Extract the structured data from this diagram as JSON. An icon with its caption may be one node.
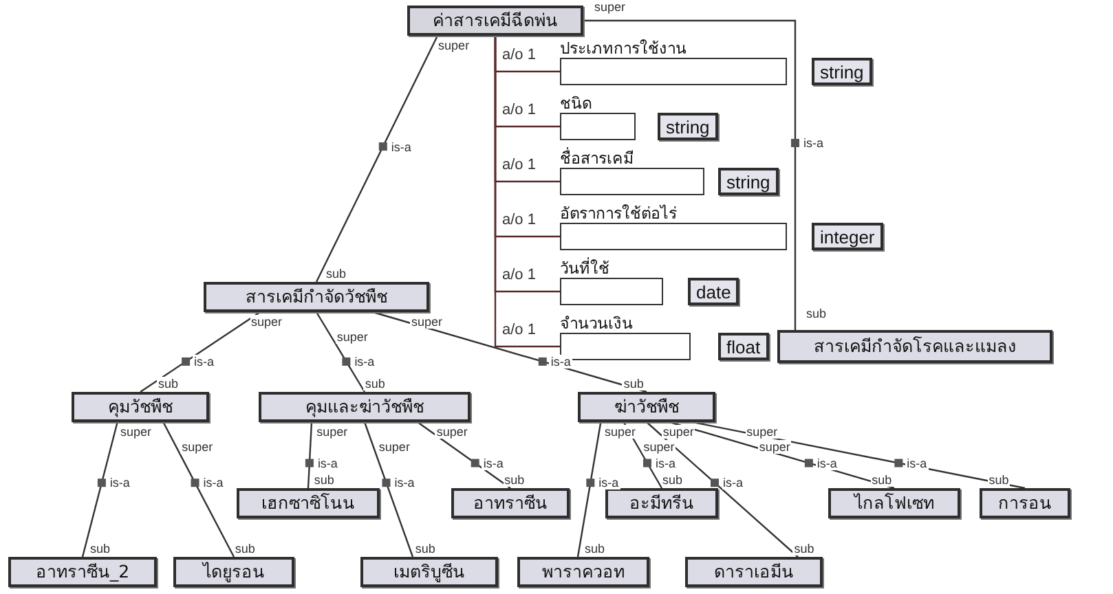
{
  "diagram": {
    "nodes": [
      {
        "text": [
          "ค่าสารเคมีฉีดพ่น"
        ]
      },
      {
        "text": [
          "ประเภทการใช้งาน"
        ]
      },
      {
        "text": [
          "ชนิด"
        ]
      },
      {
        "text": [
          "ชื่อสารเคมี"
        ]
      },
      {
        "text": [
          "อัตราการใช้ต่อไร่"
        ]
      },
      {
        "text": [
          "วันที่ใช้"
        ]
      },
      {
        "text": [
          "จำนวนเงิน"
        ]
      },
      {
        "text": [
          "string"
        ]
      },
      {
        "text": [
          "string"
        ]
      },
      {
        "text": [
          "string"
        ]
      },
      {
        "text": [
          "integer"
        ]
      },
      {
        "text": [
          "date"
        ]
      },
      {
        "text": [
          "float"
        ]
      },
      {
        "text": [
          "สารเคมีกำจัดวัชพืช"
        ]
      },
      {
        "text": [
          "สารเคมีกำจัดโรคและแมลง"
        ]
      },
      {
        "text": [
          "คุมวัชพืช"
        ]
      },
      {
        "text": [
          "คุมและฆ่าวัชพืช"
        ]
      },
      {
        "text": [
          "ฆ่าวัชพืช"
        ]
      },
      {
        "text": [
          "อาทราซีน_2"
        ]
      },
      {
        "text": [
          "ไดยูรอน"
        ]
      },
      {
        "text": [
          "เฮกซาซิโนน"
        ]
      },
      {
        "text": [
          "เมตริบูซีน"
        ]
      },
      {
        "text": [
          "อาทราซีน"
        ]
      },
      {
        "text": [
          "อะมีทรีน"
        ]
      },
      {
        "text": [
          "พาราควอท"
        ]
      },
      {
        "text": [
          "ดาราเอมีน"
        ]
      },
      {
        "text": [
          "ไกลโฟเซท"
        ]
      },
      {
        "text": [
          "การอน"
        ]
      }
    ],
    "edges": [
      {
        "from": 0,
        "to": 1,
        "arrow": "none",
        "label": "a/o 1"
      },
      {
        "from": 0,
        "to": 2,
        "arrow": "none",
        "label": "a/o 1"
      },
      {
        "from": 0,
        "to": 3,
        "arrow": "none",
        "label": "a/o 1"
      },
      {
        "from": 0,
        "to": 4,
        "arrow": "none",
        "label": "a/o 1"
      },
      {
        "from": 0,
        "to": 5,
        "arrow": "none",
        "label": "a/o 1"
      },
      {
        "from": 0,
        "to": 6,
        "arrow": "none",
        "label": "a/o 1"
      },
      {
        "from": 0,
        "to": 13,
        "arrow": "none",
        "label": "is-a"
      },
      {
        "from": 0,
        "to": 14,
        "arrow": "none",
        "label": "is-a"
      },
      {
        "from": 13,
        "to": 15,
        "arrow": "none",
        "label": "is-a"
      },
      {
        "from": 13,
        "to": 16,
        "arrow": "none",
        "label": "is-a"
      },
      {
        "from": 13,
        "to": 17,
        "arrow": "none",
        "label": "is-a"
      },
      {
        "from": 15,
        "to": 18,
        "arrow": "none",
        "label": "is-a"
      },
      {
        "from": 15,
        "to": 19,
        "arrow": "none",
        "label": "is-a"
      },
      {
        "from": 16,
        "to": 20,
        "arrow": "none",
        "label": "is-a"
      },
      {
        "from": 16,
        "to": 21,
        "arrow": "none",
        "label": "is-a"
      },
      {
        "from": 16,
        "to": 22,
        "arrow": "none",
        "label": "is-a"
      },
      {
        "from": 17,
        "to": 24,
        "arrow": "none",
        "label": "is-a"
      },
      {
        "from": 17,
        "to": 23,
        "arrow": "none",
        "label": "is-a"
      },
      {
        "from": 17,
        "to": 25,
        "arrow": "none",
        "label": "is-a"
      },
      {
        "from": 17,
        "to": 26,
        "arrow": "none",
        "label": "is-a"
      },
      {
        "from": 17,
        "to": 27,
        "arrow": "none",
        "label": "is-a"
      }
    ],
    "labels": [
      "super",
      "sub",
      "super",
      "sub",
      "super",
      "sub",
      "super",
      "sub",
      "super",
      "sub",
      "super",
      "sub",
      "super",
      "sub",
      "super",
      "sub",
      "super",
      "sub",
      "super",
      "sub",
      "super",
      "sub",
      "super",
      "sub",
      "super",
      "sub",
      "super",
      "sub",
      "super",
      "sub"
    ]
  }
}
